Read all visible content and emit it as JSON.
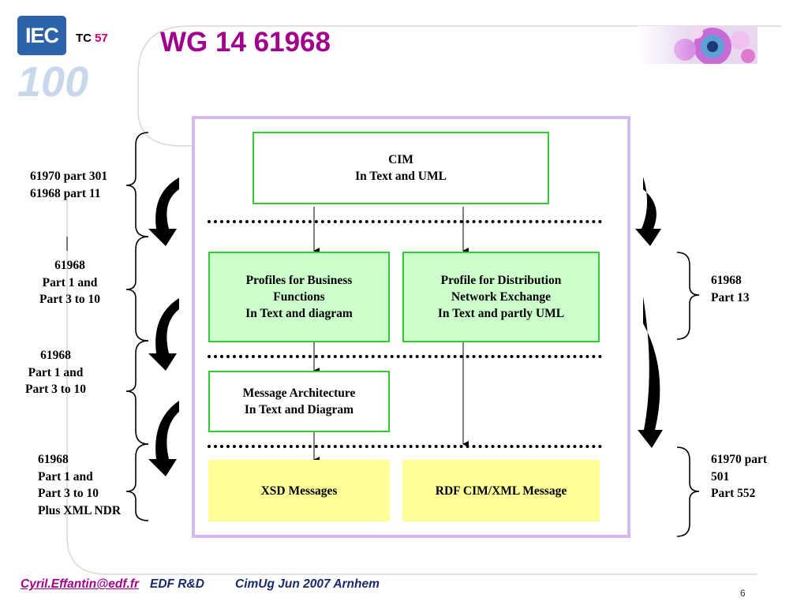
{
  "header": {
    "logo_text": "IEC",
    "logo_sub": "100",
    "tc_prefix": "TC",
    "tc_number": "57",
    "title": "WG 14 61968"
  },
  "diagram": {
    "boxes": {
      "cim": "CIM\nIn Text and UML",
      "profiles_business": "Profiles for Business\nFunctions\nIn Text and diagram",
      "profile_distribution": "Profile for Distribution\nNetwork Exchange\nIn Text and partly UML",
      "message_architecture": "Message Architecture\nIn Text and Diagram",
      "xsd_messages": "XSD Messages",
      "rdf_message": "RDF CIM/XML Message"
    },
    "left_labels": {
      "l1": "61970 part 301\n 61968 part 11",
      "l2": "61968\nPart 1 and\nPart 3 to 10",
      "l3": "61968\nPart 1 and\nPart 3 to 10",
      "l4": "61968\nPart 1 and\nPart 3 to 10\nPlus XML NDR"
    },
    "right_labels": {
      "r1": "61968\nPart 13",
      "r2": "61970 part\n501\nPart 552"
    },
    "colors": {
      "frame": "#d6b8f0",
      "green_fill": "#ccffcc",
      "green_border": "#33cc33",
      "yellow_fill": "#ffff99",
      "title": "#a0008c"
    }
  },
  "footer": {
    "email": "Cyril.Effantin@edf.fr",
    "org": "EDF R&D",
    "event": "CimUg Jun 2007 Arnhem",
    "page": "6"
  }
}
